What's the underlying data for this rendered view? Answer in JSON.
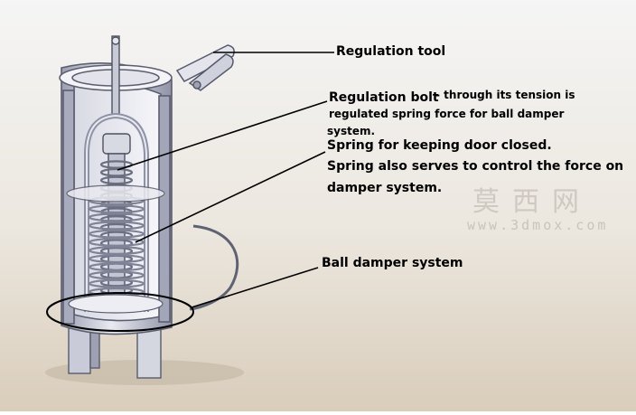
{
  "labels": {
    "regulation_tool": "Regulation tool",
    "regulation_bolt_title": "Regulation bolt",
    "regulation_bolt_desc_1": "- through its tension is",
    "regulation_bolt_desc_2": "regulated spring force for ball damper",
    "regulation_bolt_desc_3": "system.",
    "spring_1": "Spring for keeping door closed.",
    "spring_2": "Spring also serves to control the force on",
    "spring_3": "damper system.",
    "ball_damper": "Ball damper system"
  },
  "watermark": {
    "chinese": "莫西网",
    "url": "www.3dmox.com"
  },
  "colors": {
    "background_top": "#f4f4f4",
    "background_bottom": "#ddd2c2",
    "metal_light": "#f2f2f6",
    "metal_mid": "#b9bccb",
    "metal_dark": "#6e7285",
    "line": "#000000"
  }
}
